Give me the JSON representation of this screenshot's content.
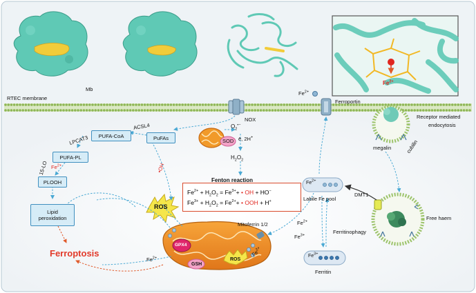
{
  "labels": {
    "mb": "Mb",
    "rtec_membrane": "RTEC  membrane",
    "nox": "NOX",
    "ferroportin": "Ferroportin",
    "fe2_top": "Fe",
    "fe2_top_sup": "2+",
    "receptor": "Receptor mediated",
    "endocytosis": "endocytosis",
    "megalin": "megalin",
    "cubilin": "cubilin",
    "acsl4": "ACSL4",
    "lpcat3": "LPCAT3",
    "lox": "15-LO",
    "fe2_lox": "Fe",
    "fe2_lox_sup": "2+",
    "o2_radical": "O",
    "o2_sub": "2",
    "o2_sup": "•−",
    "sod": "SOD",
    "e_2h": "ē, 2H",
    "e_2h_sup": "+",
    "h2o2": "H",
    "h2o2_a": "2",
    "h2o2_b": "O",
    "h2o2_c": "2",
    "oh_radical": "•OH",
    "ros_burst": "ROS",
    "lipid_peroxidation_1": "Lipid",
    "lipid_peroxidation_2": "peroxidation",
    "ferroptosis": "Ferroptosis",
    "fenton_title": "Fenton reaction",
    "labile_fe_pool": "Labile Fe pool",
    "fe2_pool": "Fe",
    "fe2_pool_sup": "2+",
    "dmt1": "DMT1",
    "free_haem": "Free haem",
    "mitoferrin": "Mitoferrin 1/2",
    "fe2_left": "Fe",
    "fe2_left_sup": "2+",
    "fe2_mid": "Fe",
    "fe2_mid_sup": "2+",
    "fe3_mid": "Fe",
    "fe3_mid_sup": "3+",
    "ferritinophagy": "Ferritinophagy",
    "fe3_ferritin": "Fe",
    "fe3_ferritin_sup": "3+",
    "ferritin": "Ferritin",
    "gpx4": "GPX4",
    "gsh": "GSH",
    "ros_mito": "ROS",
    "fe2_mito": "Fe",
    "fe2_mito_sup": "2+"
  },
  "boxes": {
    "pufas": "PuFAs",
    "pufa_coa": "PUFA-CoA",
    "pufa_pl": "PUFA-PL",
    "plooh": "PLOOH"
  },
  "fenton": {
    "r1_a": "Fe",
    "r1_a_sup": "2+",
    "r1_b": " + H",
    "r1_b_sub": "2",
    "r1_c": "O",
    "r1_c_sub": "2",
    "r1_d": " = Fe",
    "r1_d_sup": "3+",
    "r1_e": "+",
    "r1_f": " • OH",
    "r1_g": "  + HO",
    "r1_g_sup": "−",
    "r2_a": "Fe",
    "r2_a_sup": "3+",
    "r2_b": " + H",
    "r2_b_sub": "2",
    "r2_c": "O",
    "r2_c_sub": "2",
    "r2_d": " = Fe",
    "r2_d_sup": "2+",
    "r2_e": "+",
    "r2_f": " • OOH",
    "r2_g": "  + H",
    "r2_g_sup": "+"
  },
  "colors": {
    "protein": "#5fc9b5",
    "ligand": "#f2cc3a",
    "membrane": "#9cc36a",
    "arrow": "#4aa9d4",
    "ferroptosis": "#e23a2a",
    "mito_outer": "#f08a1e",
    "gpx4": "#e0266a",
    "box_fill": "#d6ecf7"
  }
}
